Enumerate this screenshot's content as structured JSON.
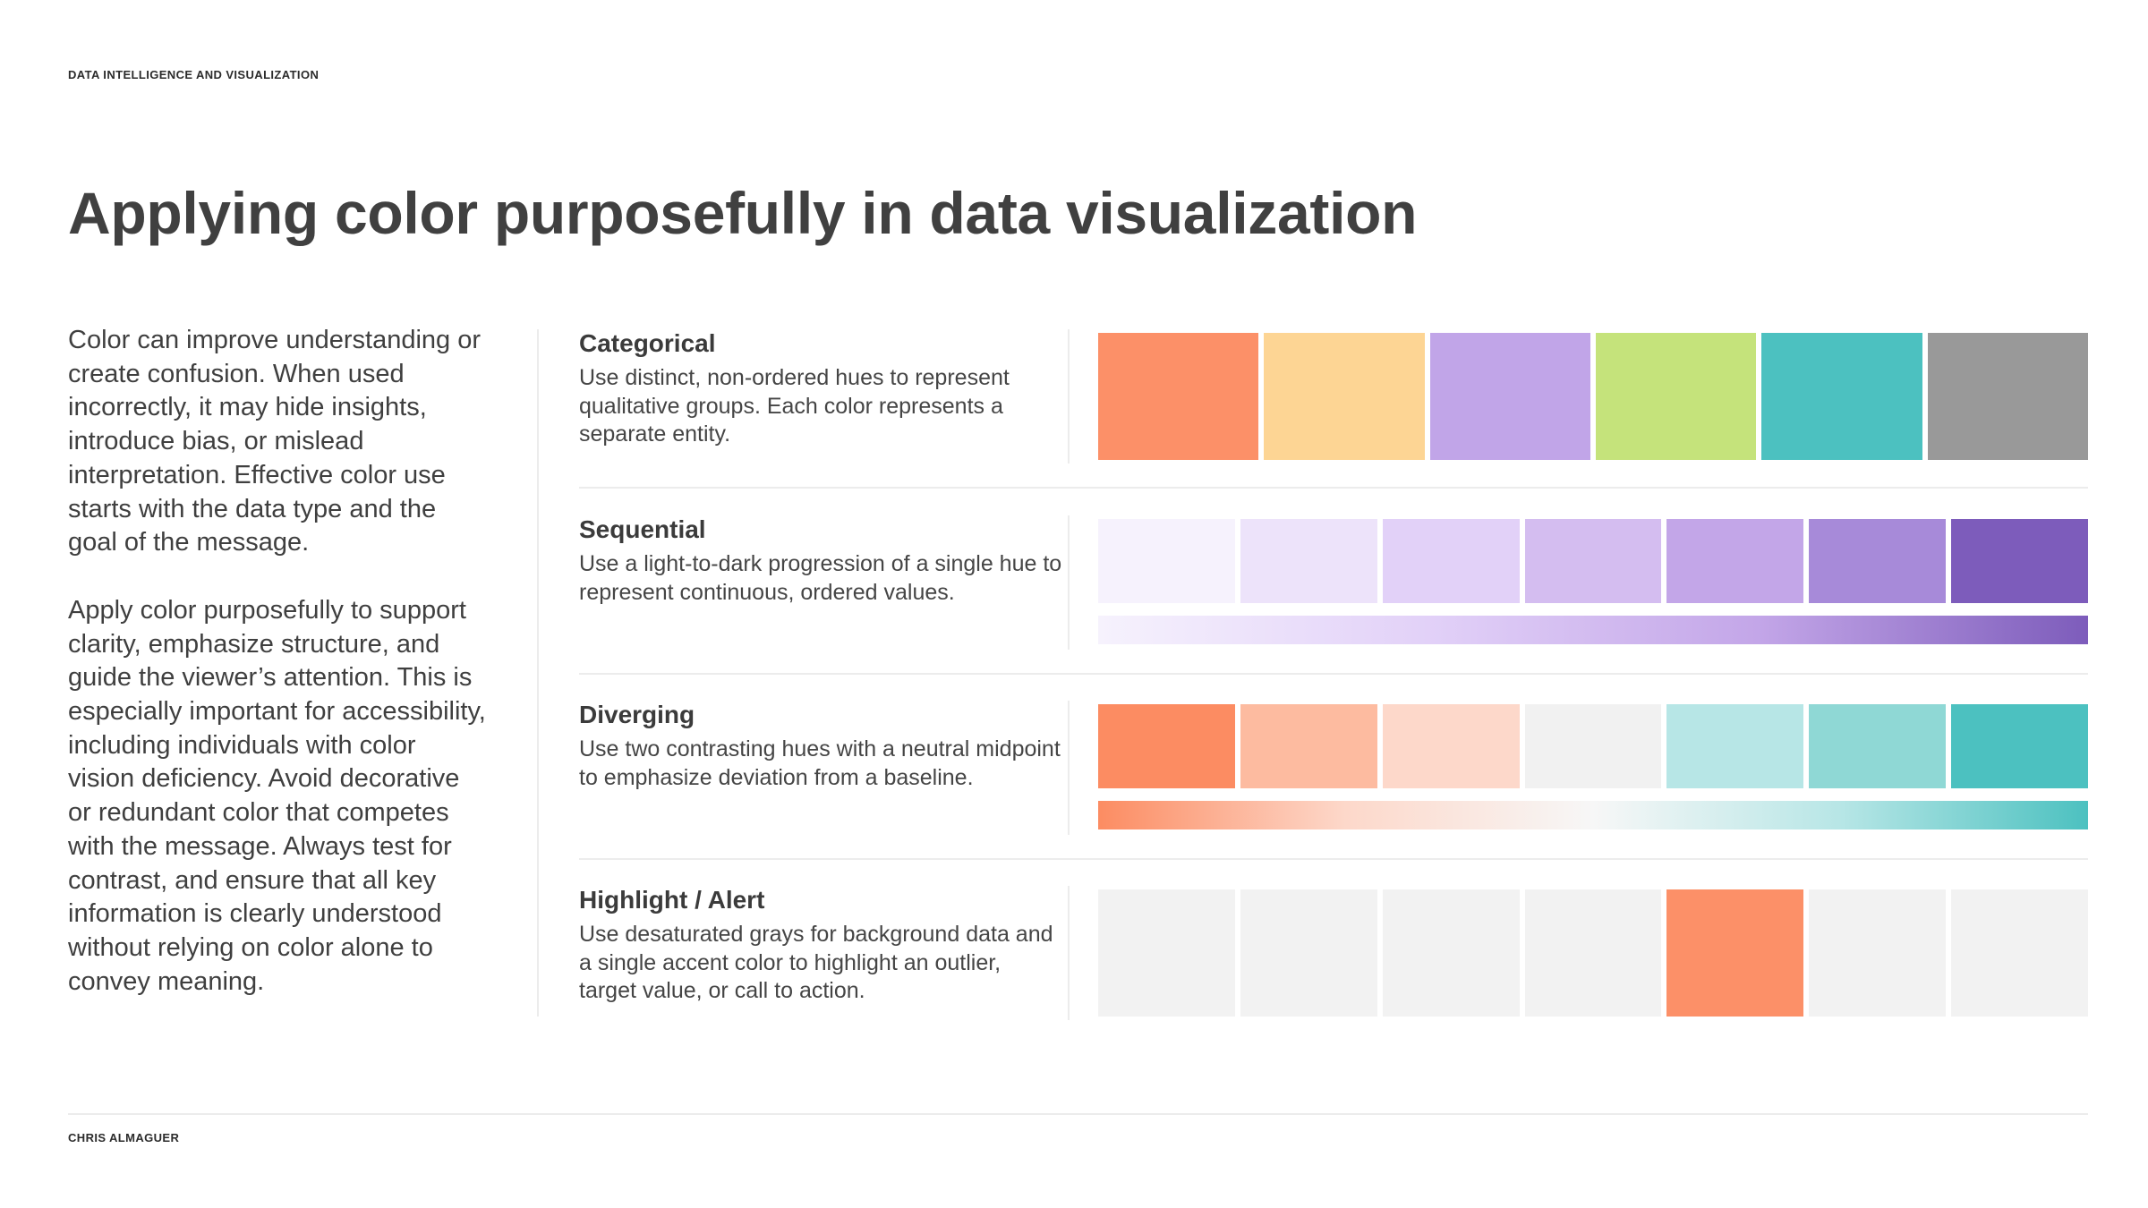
{
  "header": {
    "eyebrow": "DATA INTELLIGENCE AND VISUALIZATION"
  },
  "page_title": "Applying color purposefully in data visualization",
  "intro": {
    "paragraphs": [
      "Color can improve understanding or create confusion. When used incorrectly, it may hide insights, introduce bias, or mislead interpretation. Effective color use starts with the data type and the goal of the message.",
      "Apply color purposefully to support clarity, emphasize structure, and guide the viewer’s attention. This is especially important for accessibility, including individuals with color vision deficiency. Avoid decorative or redundant color that competes with the message. Always test for contrast, and ensure that all key information is clearly understood without relying on color alone to convey meaning."
    ]
  },
  "sections": [
    {
      "title": "Categorical",
      "description": "Use distinct, non-ordered hues to represent qualitative groups. Each color represents a separate entity.",
      "swatches": [
        "#fc9068",
        "#fdd594",
        "#c1a5e8",
        "#c5e37b",
        "#4cc1c0",
        "#999999"
      ],
      "ramp": null
    },
    {
      "title": "Sequential",
      "description": "Use a light-to-dark progression of a single hue to represent continuous, ordered values.",
      "swatches": [
        "#f6f2fd",
        "#ede3fa",
        "#e2d1f8",
        "#d4bdf0",
        "#c3a6e8",
        "#a78ad9",
        "#7d5cbb"
      ],
      "ramp": [
        "#f6f2fd",
        "#e2d1f8",
        "#c3a6e8",
        "#7d5cbb"
      ]
    },
    {
      "title": "Diverging",
      "description": "Use two contrasting hues with a neutral midpoint to emphasize deviation from a baseline.",
      "swatches": [
        "#fc8c62",
        "#fdbba0",
        "#fdd8ca",
        "#f1f1f1",
        "#b7e6e6",
        "#8fd8d5",
        "#4cc1c0"
      ],
      "ramp": [
        "#fc8c62",
        "#fdd8ca",
        "#f7f7f7",
        "#b7e6e6",
        "#4cc1c0"
      ]
    },
    {
      "title": "Highlight / Alert",
      "description": "Use desaturated grays for background data and a single accent color to highlight an outlier, target value, or call to action.",
      "swatches": [
        "#f2f2f2",
        "#f2f2f2",
        "#f2f2f2",
        "#f2f2f2",
        "#fc9068",
        "#f2f2f2",
        "#f2f2f2"
      ],
      "ramp": null
    }
  ],
  "footer": {
    "author": "CHRIS ALMAGUER"
  }
}
